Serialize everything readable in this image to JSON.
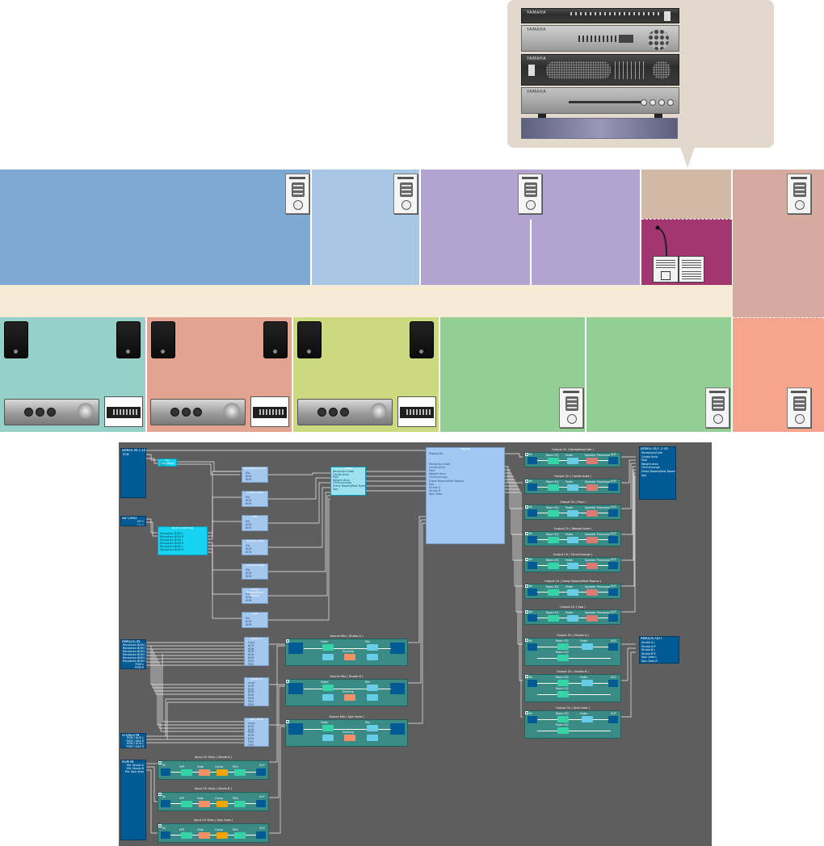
{
  "rack": {
    "brand": "YAMAHA",
    "units": [
      "mixer-processor",
      "switch-panel",
      "power-amplifier",
      "media-player",
      "system-panel"
    ]
  },
  "icons": [
    "control-panel-icon",
    "speaker-icon",
    "amplifier-icon",
    "tuner-icon",
    "gooseneck-mic-icon"
  ],
  "colors": {
    "callout_bg": "#e2d8cb",
    "zone_blue": "#7da9d2",
    "zone_lightblue": "#a7c6e3",
    "zone_lavender": "#b3a3d1",
    "zone_tan": "#d2b9a5",
    "zone_rose": "#d5aba0",
    "zone_plum": "#a33570",
    "zone_cream": "#f7ebd6",
    "zone_teal": "#95d0c9",
    "zone_salmon": "#e3a391",
    "zone_lime": "#ccd97e",
    "zone_green": "#93cf95",
    "zone_peach": "#f4a58c",
    "diagram_bg": "#5e5e5e",
    "port_blue": "#005a94",
    "block_cyan": "#16d3f2",
    "block_lavender": "#a4c7ee",
    "block_teal": "#3a8a86"
  },
  "diagram": {
    "dante_in": {
      "title": "DANTE IN 1-16",
      "lines": "PGM\n \n \n \n \n \n \n \n \n \n \n \n \n \n "
    },
    "sd_card": {
      "title": "SD CARD",
      "lines": "CH 1\nCH 2"
    },
    "sd_summing": {
      "title": "SD Summing",
      "lines": "CH 1\nCH 2"
    },
    "bgm_summing": {
      "title": "BGM Summing",
      "lines": "Reception BGM L\nReception BGM R\nReception BGM L\nReception BGM R\nReception BGM L\nReception BGM R"
    },
    "zone_mixers": [
      {
        "title": "Reception/Cafe",
        "lines": "Mic\nBGM\nBGM\nBGM"
      },
      {
        "title": "Cardio Area",
        "lines": "Mic\nBGM\nBGM\nBGM"
      },
      {
        "title": "Pool",
        "lines": "Mic\nBGM\nBGM\nBGM"
      },
      {
        "title": "Weight Area",
        "lines": "Mic\nBGM\nBGM\nBGM"
      },
      {
        "title": "Clinic/Lounge",
        "lines": "Mic\nBGM\nBGM\nBGM"
      },
      {
        "title": "Dress Rooms/Rest Rooms",
        "lines": "Mic\nBGM\nBGM\nBGM"
      },
      {
        "title": "Spa",
        "lines": "Mic\nBGM\nBGM\nBGM"
      }
    ],
    "paging_small": {
      "title": "Page",
      "lines": "Reception Desk\nCardio Area\nPool\nWeight Area\nClinic/Lounge\nDress Rooms/Rest Rooms\nSpa"
    },
    "paging": {
      "title": "Paging",
      "lines": "Paging Mic\n \n \nReception Desk\nCardio Area\nPool\nWeight Area\nClinic/Lounge\nDress Rooms/Rest Rooms\nSpa\nStudio A\nStudio B\nSpin Area"
    },
    "output_zones": [
      {
        "title": "Output Ch ( Reception/Cafe )"
      },
      {
        "title": "Output Ch ( Cardio Area )"
      },
      {
        "title": "Output Ch ( Pool )"
      },
      {
        "title": "Output Ch ( Weight Area )"
      },
      {
        "title": "Output Ch ( Clinic/Lounge )"
      },
      {
        "title": "Output Ch ( Dress Rooms/Rest Rooms )"
      },
      {
        "title": "Output Ch ( Spa )"
      }
    ],
    "output_studios": [
      {
        "title": "Output Ch ( Studio A )"
      },
      {
        "title": "Output Ch ( Studio B )"
      },
      {
        "title": "Output Ch ( Spin Area )"
      }
    ],
    "dante_out": {
      "title": "DANTE OUT 1-16",
      "lines": "Reception/Cafe\nCardio Area\nPool\nWeight Area\nClinic/Lounge\nDress Rooms/Rest Rooms\nSpa\n \n \n \n \n "
    },
    "analog_in": {
      "title": "ANALOG IN",
      "lines": "Reception BGM L\nReception BGM R\nReception BGM L\nReception BGM R\nReception BGM L\nReception BGM R\nPGM L\nPGM R"
    },
    "stereo_in": {
      "title": "STEREO IN",
      "lines": "PGM / AUX L\nPGM / AUX R\nPGM / AUX L\nPGM / AUX R"
    },
    "pgm_in": {
      "title": "PGM IN",
      "lines": "Mic Studio A\nMic Studio B\nMic Spin Area"
    },
    "analog_out": {
      "title": "ANALOG OUT",
      "lines": "Studio A L\nStudio A R\nStudio B L\nStudio B R\nSpin Area L\nSpin Area R"
    },
    "studio_selectors": [
      {
        "title": "Studio A",
        "lines": "Input\nBGM\nBGM\nBGM\nBGM\nBGM\nPGM\nPGM"
      },
      {
        "title": "Studio B",
        "lines": "Input\nBGM\nBGM\nBGM\nBGM\nBGM\nPGM\nPGM"
      },
      {
        "title": "Spin Area",
        "lines": "Input\nBGM\nBGM\nBGM\nBGM\nBGM\nPGM\nPGM"
      }
    ],
    "source_mix": [
      {
        "title": "Source Mix ( Studio A )"
      },
      {
        "title": "Source Mix ( Studio B )"
      },
      {
        "title": "Source Mix ( Spin Area )"
      }
    ],
    "input_strips": [
      {
        "title": "Input Ch Strip ( Studio A )"
      },
      {
        "title": "Input Ch Strip ( Studio B )"
      },
      {
        "title": "Input Ch Strip ( Spin Area )"
      }
    ],
    "node_labels": {
      "in": "IN",
      "out": "OUT",
      "room_eq": "Room EQ",
      "fader": "Fader",
      "speaker_processor": "Speaker Processor",
      "hpf": "HPF",
      "gate": "Gate",
      "comp": "Comp",
      "peq": "PEQ",
      "ducking": "Ducking",
      "mix": "Mix"
    }
  }
}
